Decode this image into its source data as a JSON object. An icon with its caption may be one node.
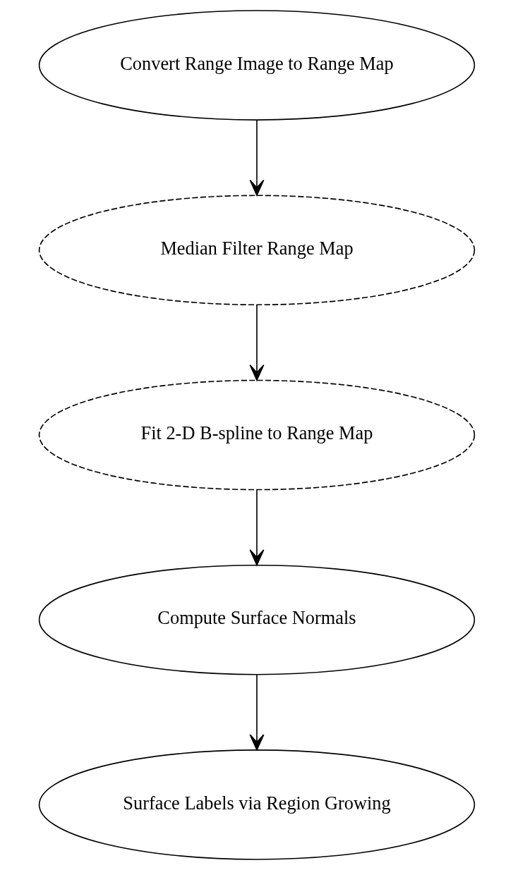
{
  "diagram": {
    "nodes": [
      {
        "text": [
          "Convert Range Image to Range Map"
        ]
      },
      {
        "text": [
          "Median Filter Range Map"
        ]
      },
      {
        "text": [
          "Fit 2-D B-spline to Range Map"
        ]
      },
      {
        "text": [
          "Compute Surface Normals"
        ]
      },
      {
        "text": [
          "Surface Labels via Region Growing"
        ]
      }
    ],
    "edges": [
      {
        "from": 0,
        "to": 1,
        "arrow": "to"
      },
      {
        "from": 1,
        "to": 2,
        "arrow": "to"
      },
      {
        "from": 2,
        "to": 3,
        "arrow": "to"
      },
      {
        "from": 3,
        "to": 4,
        "arrow": "to"
      }
    ]
  }
}
